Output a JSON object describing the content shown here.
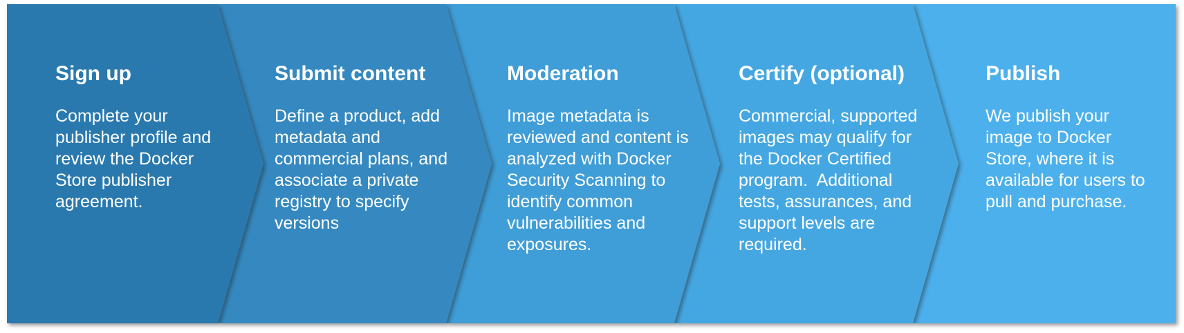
{
  "diagram": {
    "type": "chevron-process-flow",
    "background": "#ffffff",
    "text_color": "#ffffff",
    "steps": [
      {
        "title": "Sign up",
        "description": "Complete your publisher profile and review the Docker Store publisher agreement.",
        "color": "#2a79ae"
      },
      {
        "title": "Submit content",
        "description": "Define a product, add metadata and commercial plans, and associate a private registry to specify versions",
        "color": "#3589c0"
      },
      {
        "title": "Moderation",
        "description": "Image metadata is reviewed and content is analyzed with Docker Security Scanning to identify common vulnerabilities and exposures.",
        "color": "#3f9dd7"
      },
      {
        "title": "Certify (optional)",
        "description": "Commercial, supported images may qualify for the Docker Certified program.  Additional tests, assurances, and support levels are required.",
        "color": "#45a7e2"
      },
      {
        "title": "Publish",
        "description": "We publish your image to Docker Store, where it is available for users to pull and purchase.",
        "color": "#4cb0ec"
      }
    ]
  }
}
